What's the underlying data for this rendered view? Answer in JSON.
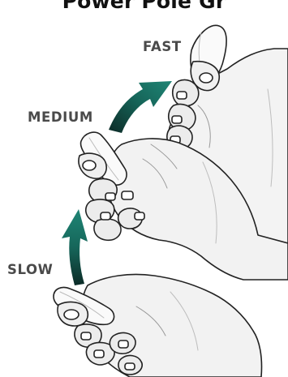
{
  "title": "Power Pole Gr",
  "labels": {
    "fast": "FAST",
    "medium": "MEDIUM",
    "slow": "SLOW"
  },
  "colors": {
    "arrow": "#1c7a6c",
    "arrow_dark": "#0f4f46",
    "hand_fill": "#f2f2f2",
    "hand_shade": "#cfcfcf",
    "outline": "#222222"
  },
  "icons": [
    "hand-fast-icon",
    "hand-medium-icon",
    "hand-slow-icon",
    "arrow-up-icon",
    "arrow-up-right-icon"
  ]
}
